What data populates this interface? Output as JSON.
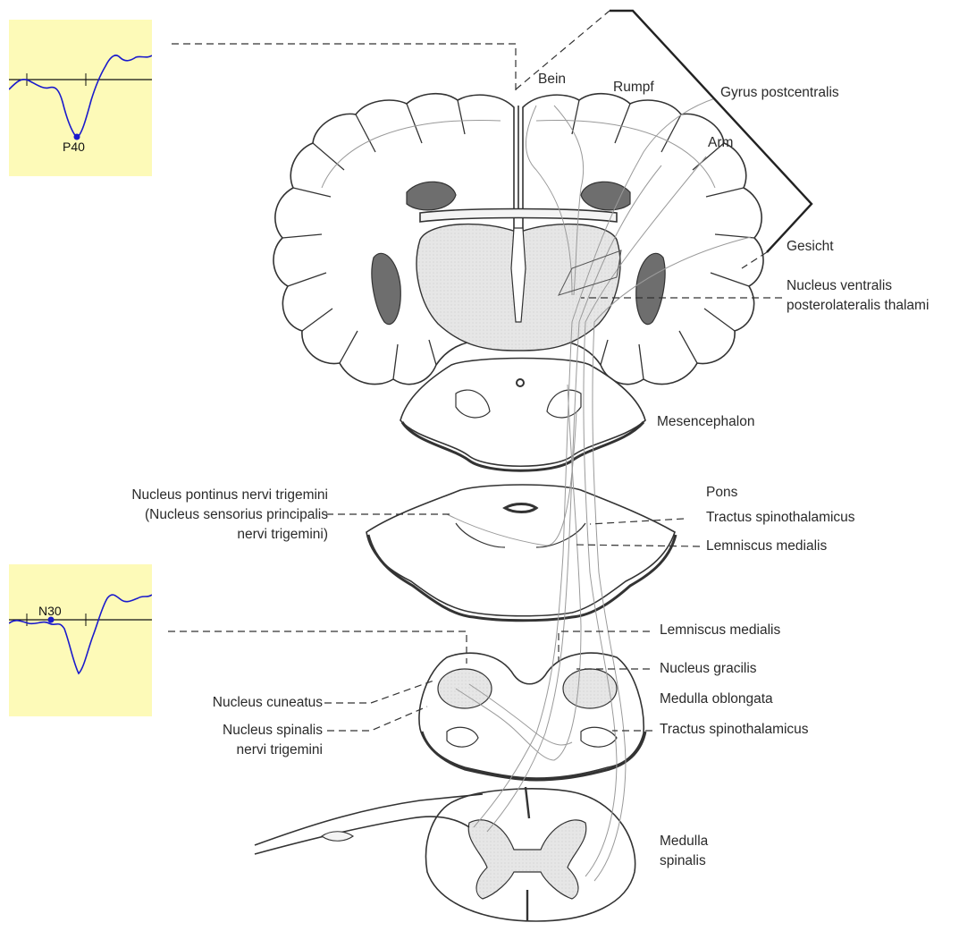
{
  "labels": {
    "bein": "Bein",
    "rumpf": "Rumpf",
    "gyrus": "Gyrus postcentralis",
    "arm": "Arm",
    "gesicht": "Gesicht",
    "vpl_1": "Nucleus ventralis",
    "vpl_2": "posterolateralis thalami",
    "mesencephalon": "Mesencephalon",
    "pontinus_1": "Nucleus pontinus nervi trigemini",
    "pontinus_2": "(Nucleus sensorius principalis",
    "pontinus_3": "nervi trigemini)",
    "pons": "Pons",
    "tractus_spino_pons": "Tractus spinothalamicus",
    "lemniscus_pons": "Lemniscus medialis",
    "lemniscus_medulla": "Lemniscus medialis",
    "gracilis": "Nucleus gracilis",
    "cuneatus": "Nucleus cuneatus",
    "medulla_oblongata": "Medulla oblongata",
    "spinalis_1": "Nucleus spinalis",
    "spinalis_2": "nervi trigemini",
    "tractus_spino_medulla": "Tractus spinothalamicus",
    "medulla_spinalis_1": "Medulla",
    "medulla_spinalis_2": "spinalis"
  },
  "waveforms": {
    "top": {
      "peak_label": "P40"
    },
    "bottom": {
      "peak_label": "N30"
    }
  },
  "colors": {
    "panel_bg": "#fdfab8",
    "trace": "#1a1acc",
    "peak_marker": "#1a1acc",
    "line": "#333333",
    "gray_matter": "#e2e2e2",
    "ventricle": "#6e6e6e"
  }
}
